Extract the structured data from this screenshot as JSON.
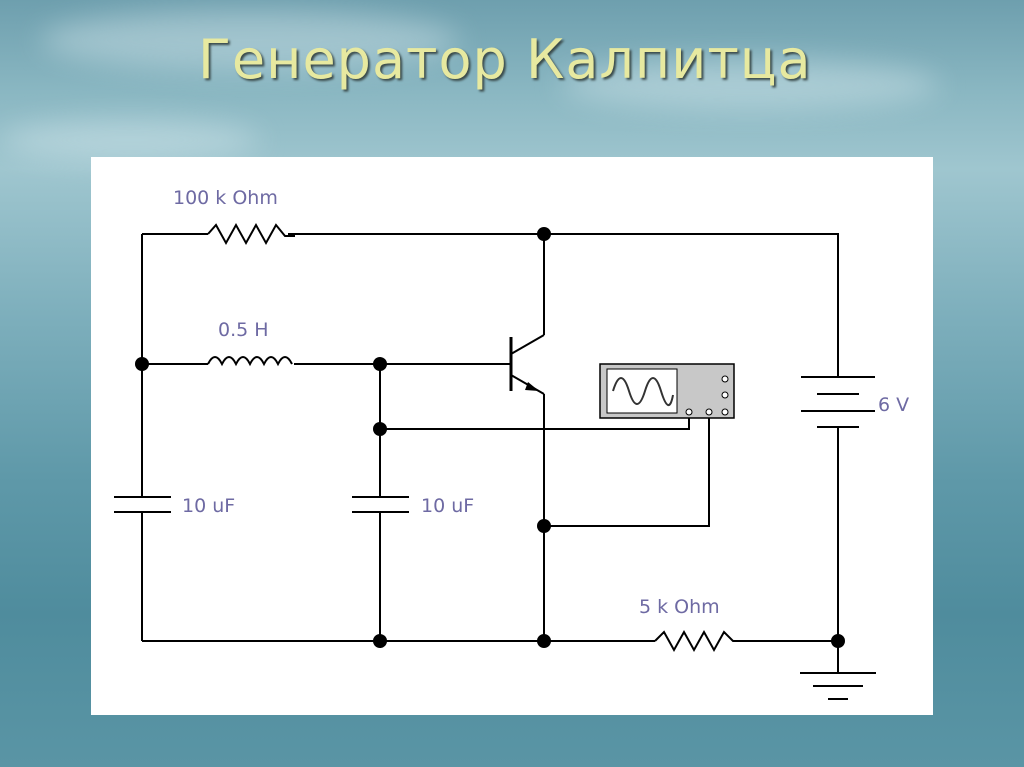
{
  "slide": {
    "title": "Генератор Калпитца"
  },
  "circuit": {
    "resistor_top": "100 k Ohm",
    "inductor": "0.5 H",
    "capacitor_left": "10 uF",
    "capacitor_mid": "10 uF",
    "battery": "6 V",
    "resistor_bottom": "5 k Ohm"
  },
  "colors": {
    "title": "#e7e9a0",
    "label": "#6e6aa3",
    "wire": "#000000"
  }
}
